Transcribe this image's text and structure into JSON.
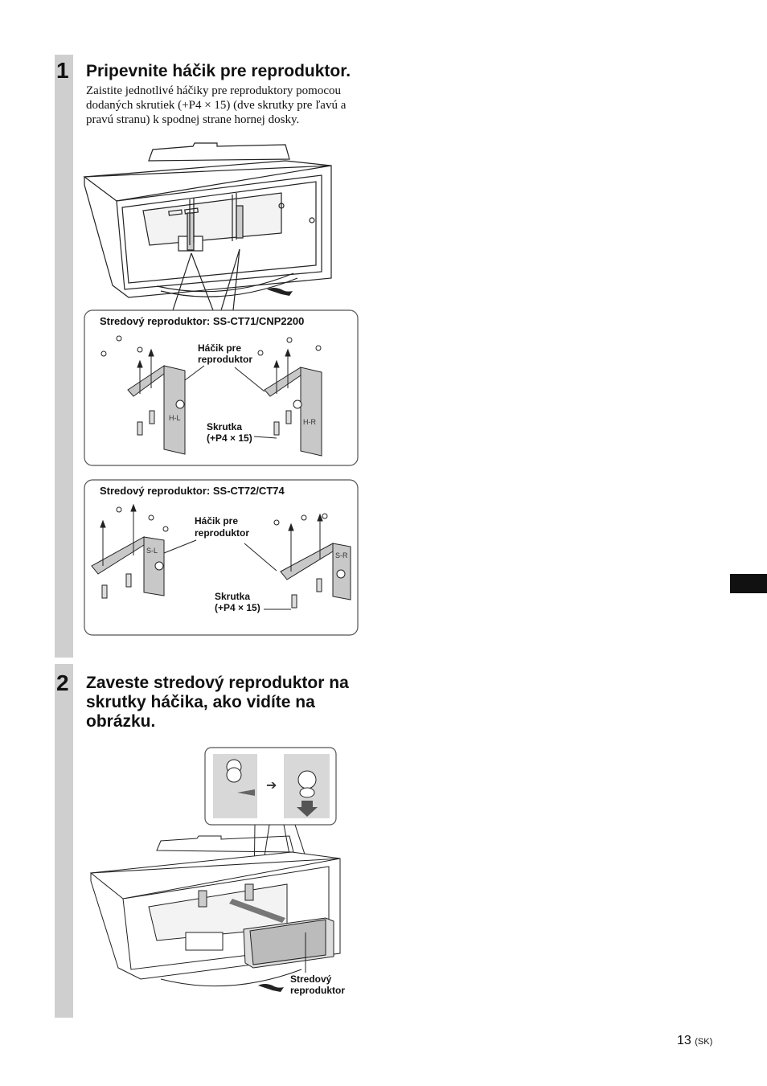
{
  "step1": {
    "number": "1",
    "title": "Pripevnite háčik pre reproduktor.",
    "text": "Zaistite jednotlivé háčiky pre reproduktory pomocou dodaných skrutiek (+P4 × 15) (dve skrutky pre ľavú a pravú stranu) k spodnej strane hornej dosky.",
    "panel1": {
      "title": "Stredový reproduktor: SS-CT71/CNP2200",
      "hook_label_1": "Háčik pre",
      "hook_label_2": "reproduktor",
      "screw_label_1": "Skrutka",
      "screw_label_2": "(+P4 × 15)",
      "left_mark": "H-L",
      "right_mark": "H-R"
    },
    "panel2": {
      "title": "Stredový reproduktor: SS-CT72/CT74",
      "hook_label_1": "Háčik pre",
      "hook_label_2": "reproduktor",
      "screw_label_1": "Skrutka",
      "screw_label_2": "(+P4 × 15)",
      "left_mark": "S-L",
      "right_mark": "S-R"
    }
  },
  "step2": {
    "number": "2",
    "title_line1": "Zaveste stredový reproduktor na",
    "title_line2": "skrutky háčika, ako vidíte na",
    "title_line3": "obrázku.",
    "speaker_label_1": "Stredový",
    "speaker_label_2": "reproduktor"
  },
  "page": {
    "number": "13",
    "lang": "(SK)"
  }
}
